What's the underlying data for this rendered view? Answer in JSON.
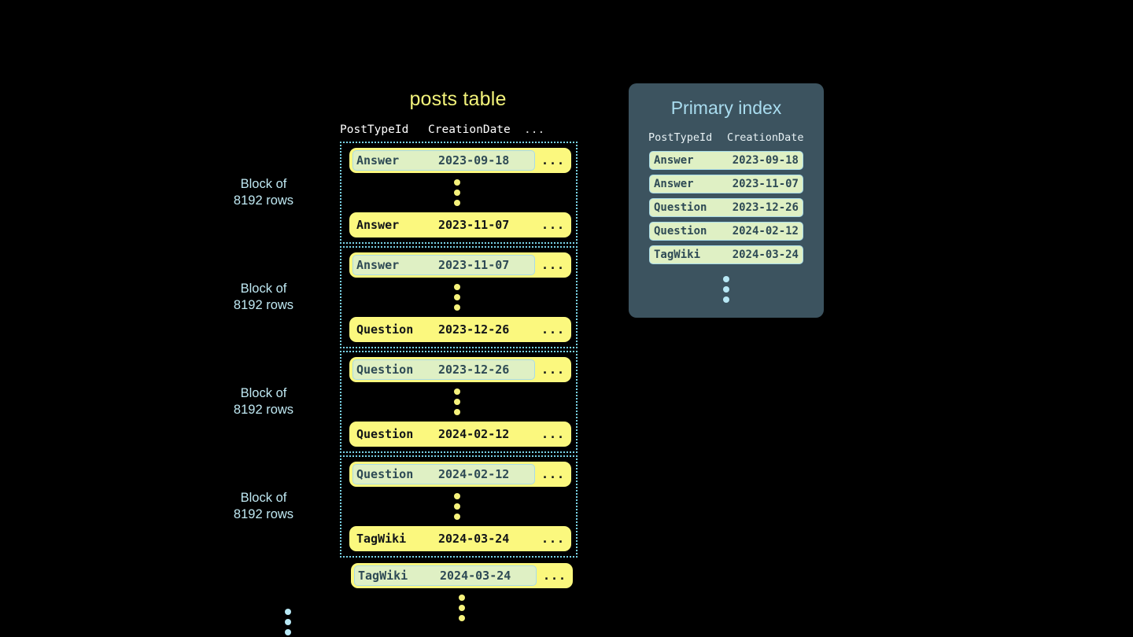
{
  "posts_table": {
    "title": "posts table",
    "columns": [
      "PostTypeId",
      "CreationDate",
      "..."
    ],
    "block_label": "Block of\n8192 rows",
    "block_label_line1": "Block of",
    "block_label_line2": "8192 rows",
    "ellipsis": "...",
    "blocks": [
      {
        "label_line1": "Block of",
        "label_line2": "8192 rows",
        "first_row": {
          "post_type_id": "Answer",
          "creation_date": "2023-09-18",
          "more": "...",
          "highlighted": true
        },
        "last_row": {
          "post_type_id": "Answer",
          "creation_date": "2023-11-07",
          "more": "...",
          "highlighted": false
        }
      },
      {
        "label_line1": "Block of",
        "label_line2": "8192 rows",
        "first_row": {
          "post_type_id": "Answer",
          "creation_date": "2023-11-07",
          "more": "...",
          "highlighted": true
        },
        "last_row": {
          "post_type_id": "Question",
          "creation_date": "2023-12-26",
          "more": "...",
          "highlighted": false
        }
      },
      {
        "label_line1": "Block of",
        "label_line2": "8192 rows",
        "first_row": {
          "post_type_id": "Question",
          "creation_date": "2023-12-26",
          "more": "...",
          "highlighted": true
        },
        "last_row": {
          "post_type_id": "Question",
          "creation_date": "2024-02-12",
          "more": "...",
          "highlighted": false
        }
      },
      {
        "label_line1": "Block of",
        "label_line2": "8192 rows",
        "first_row": {
          "post_type_id": "Question",
          "creation_date": "2024-02-12",
          "more": "...",
          "highlighted": true
        },
        "last_row": {
          "post_type_id": "TagWiki",
          "creation_date": "2024-03-24",
          "more": "...",
          "highlighted": false
        }
      }
    ],
    "trailing_row": {
      "post_type_id": "TagWiki",
      "creation_date": "2024-03-24",
      "more": "...",
      "highlighted": true
    }
  },
  "primary_index": {
    "title": "Primary index",
    "columns": [
      "PostTypeId",
      "CreationDate"
    ],
    "rows": [
      {
        "post_type_id": "Answer",
        "creation_date": "2023-09-18"
      },
      {
        "post_type_id": "Answer",
        "creation_date": "2023-11-07"
      },
      {
        "post_type_id": "Question",
        "creation_date": "2023-12-26"
      },
      {
        "post_type_id": "Question",
        "creation_date": "2024-02-12"
      },
      {
        "post_type_id": "TagWiki",
        "creation_date": "2024-03-24"
      }
    ]
  },
  "colors": {
    "background": "#000000",
    "row_yellow": "#fbf87e",
    "highlight_green": "#dff0c4",
    "highlight_border": "#a9dbe8",
    "accent_blue": "#a9dcef",
    "title_yellow": "#f2f27a",
    "panel_slate": "#3c535f",
    "dot_yellow": "#f6f27c",
    "dot_blue": "#b8e8f5",
    "text_dark": "#111418",
    "text_slate": "#2e4a55"
  }
}
